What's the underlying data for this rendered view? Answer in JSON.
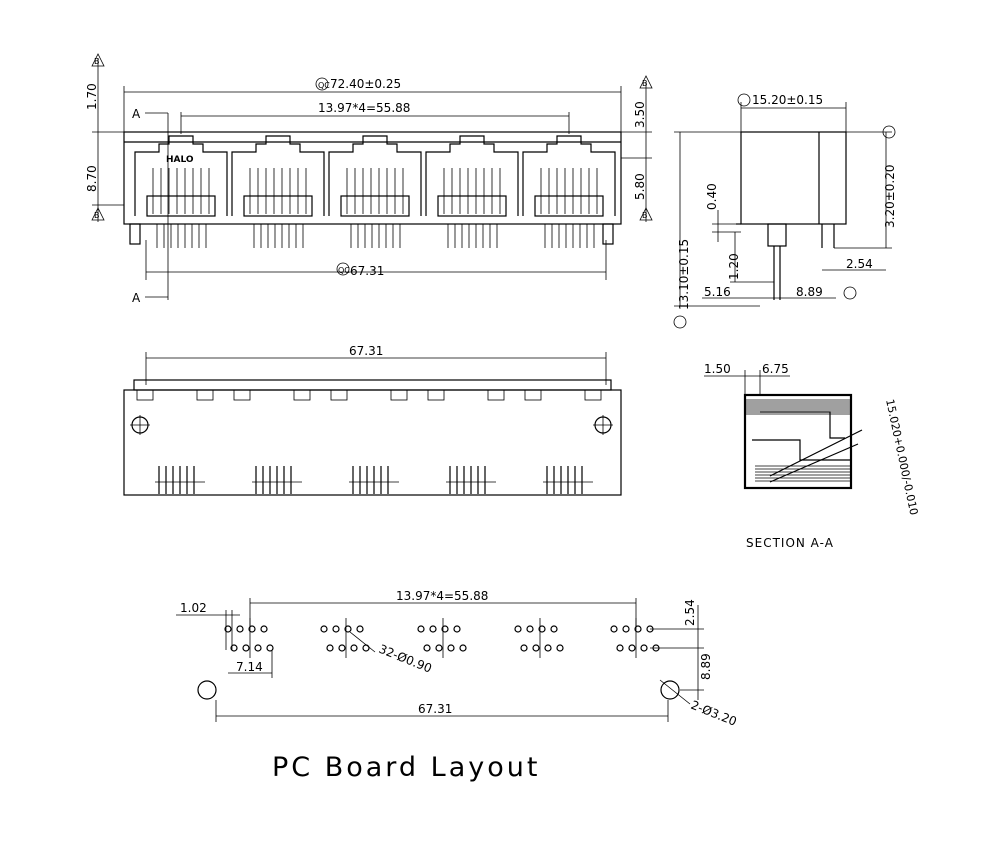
{
  "front_view": {
    "overall_width": "72.40±0.25",
    "pitch": "13.97*4=55.88",
    "pin_span": "67.31",
    "height_top": "1.70",
    "height_body": "8.70",
    "right_top": "3.50",
    "right_body": "5.80",
    "section_mark": "A",
    "datum_mark": "B",
    "qc_mark": "QC",
    "port_label": "HALO"
  },
  "side_view": {
    "depth": "15.20±0.15",
    "tail_height": "3.20±0.20",
    "total_height": "13.10±0.15",
    "dim_040": "0.40",
    "dim_120": "1.20",
    "dim_254": "2.54",
    "dim_516": "5.16",
    "dim_889": "8.89"
  },
  "bottom_view": {
    "width": "67.31"
  },
  "section_view": {
    "dim_150": "1.50",
    "dim_675": "6.75",
    "angled": "15.020+0.000/-0.010",
    "caption": "SECTION A-A"
  },
  "pcb_layout": {
    "dim_102": "1.02",
    "pitch": "13.97*4=55.88",
    "dim_254": "2.54",
    "dim_889": "8.89",
    "dim_714": "7.14",
    "holes": "32-Ø0.90",
    "mount_holes": "2-Ø3.20",
    "width": "67.31",
    "title": "PC Board Layout"
  }
}
